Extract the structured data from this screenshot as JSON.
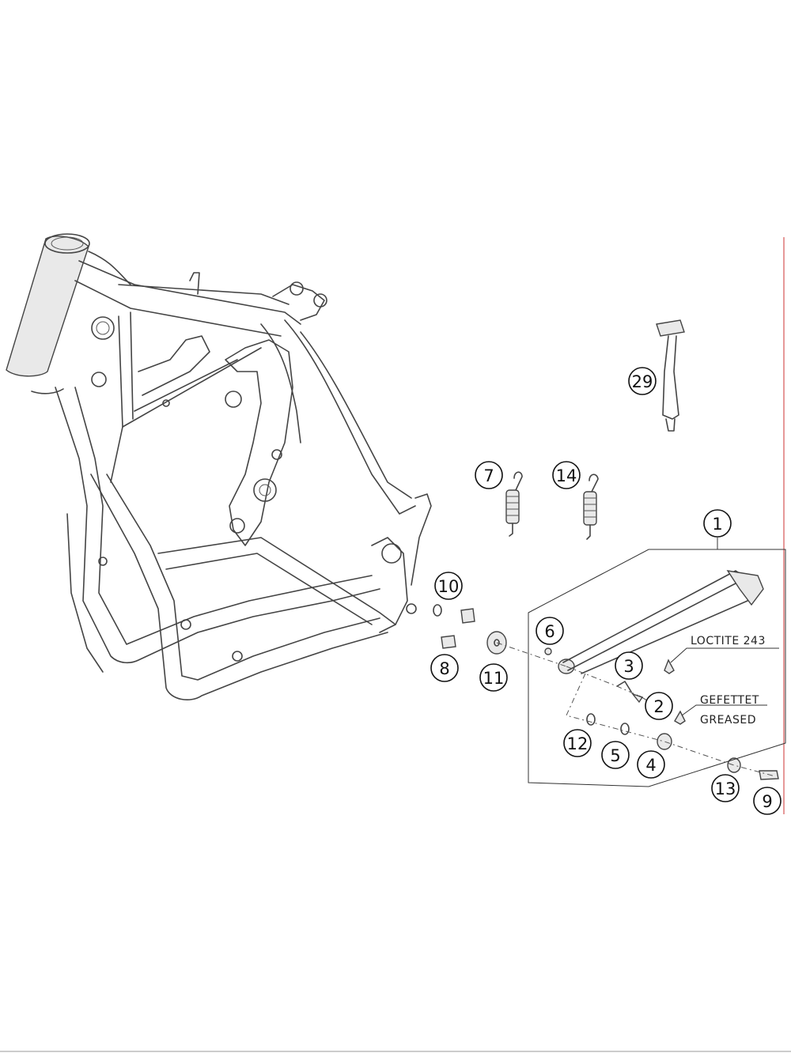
{
  "callouts": {
    "c1": "1",
    "c2": "2",
    "c3": "3",
    "c4": "4",
    "c5": "5",
    "c6": "6",
    "c7": "7",
    "c8": "8",
    "c9": "9",
    "c10": "10",
    "c11": "11",
    "c12": "12",
    "c13": "13",
    "c14": "14",
    "c29": "29"
  },
  "notes": {
    "loctite": "LOCTITE 243",
    "gefettet": "GEFETTET",
    "greased": "GREASED"
  },
  "colors": {
    "line": "#444444",
    "frame_edge": "#cc3333"
  }
}
